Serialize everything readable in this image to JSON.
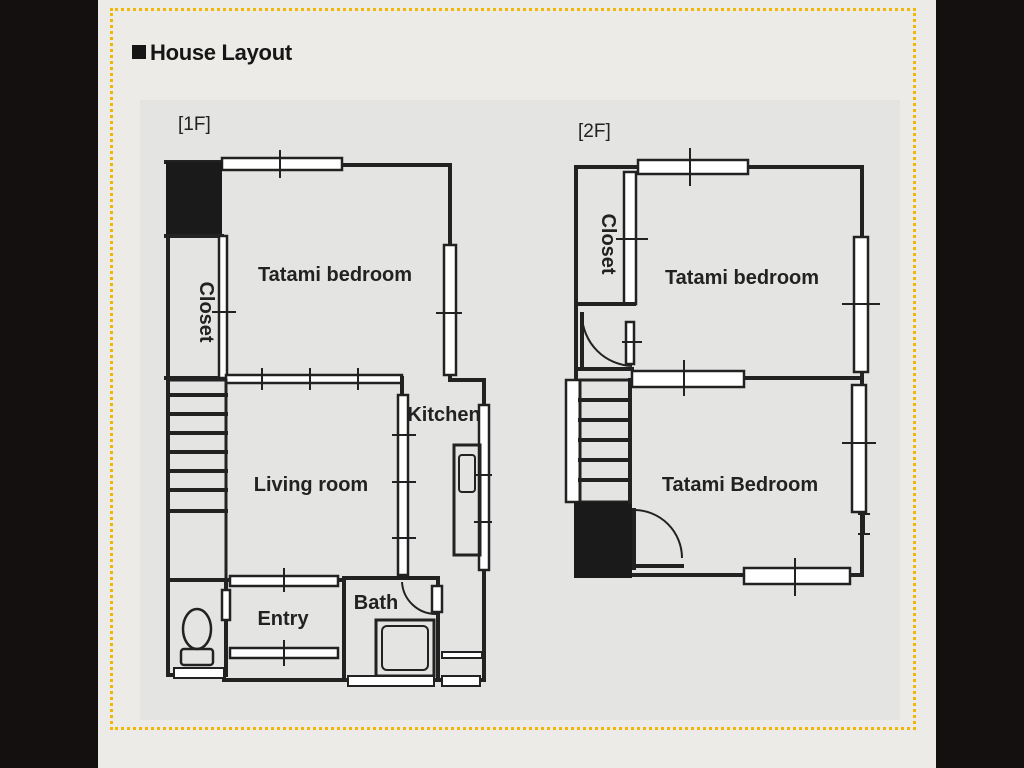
{
  "title": "House Layout",
  "floor1": {
    "label": "[1F]",
    "rooms": {
      "tatami_bedroom": "Tatami bedroom",
      "closet": "Closet",
      "living_room": "Living room",
      "kitchen": "Kitchen",
      "entry": "Entry",
      "bath": "Bath"
    }
  },
  "floor2": {
    "label": "[2F]",
    "rooms": {
      "closet": "Closet",
      "tatami_bedroom_upper": "Tatami bedroom",
      "tatami_bedroom_lower": "Tatami Bedroom"
    }
  },
  "colors": {
    "frame_dots": "#f2b705",
    "paper": "#ecebe7",
    "ink": "#222222"
  }
}
